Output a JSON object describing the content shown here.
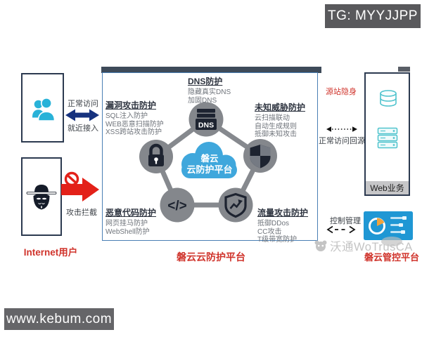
{
  "badges": {
    "tg": "TG: MYYJJPP",
    "site": "www.kebum.com"
  },
  "watermark": {
    "text": "沃通WoTrusCA"
  },
  "left_side": {
    "internet_user": "Internet用户",
    "normal_access": "正常访问",
    "nearby_access": "就近接入",
    "attack_intercept": "攻击拦截"
  },
  "platform": {
    "label": "磐云云防护平台",
    "cloud": {
      "line1": "磐云",
      "line2": "云防护平台"
    },
    "dns_icon_label": "DNS",
    "modules": [
      {
        "title": "DNS防护",
        "items": [
          "隐藏真实DNS",
          "加固DNS"
        ]
      },
      {
        "title": "漏洞攻击防护",
        "items": [
          "SQL注入防护",
          "WEB恶意扫描防护",
          "XSS跨站攻击防护"
        ]
      },
      {
        "title": "未知威胁防护",
        "items": [
          "云扫描联动",
          "自动生成规则",
          "抵御未知攻击"
        ]
      },
      {
        "title": "恶意代码防护",
        "items": [
          "网页挂马防护",
          "WebShell防护"
        ]
      },
      {
        "title": "流量攻击防护",
        "items": [
          "抵御DDos",
          "CC攻击",
          "T级带宽防护"
        ]
      }
    ]
  },
  "right_side": {
    "origin_stealth": "源站隐身",
    "normal_return": "正常访问回源",
    "web_service": "Web业务",
    "control_manage": "控制管理",
    "console_label": "磐云管控平台"
  },
  "icons": {
    "code_glyph": "</>"
  },
  "colors": {
    "accent_red": "#d0342c",
    "navy_border": "#2c3a50",
    "box_blue_border": "#4a7fb5",
    "node_gray": "#84878c",
    "cloud_blue": "#3fa7dc",
    "user_cyan": "#29b2d8",
    "console_blue": "#1f97d4"
  }
}
